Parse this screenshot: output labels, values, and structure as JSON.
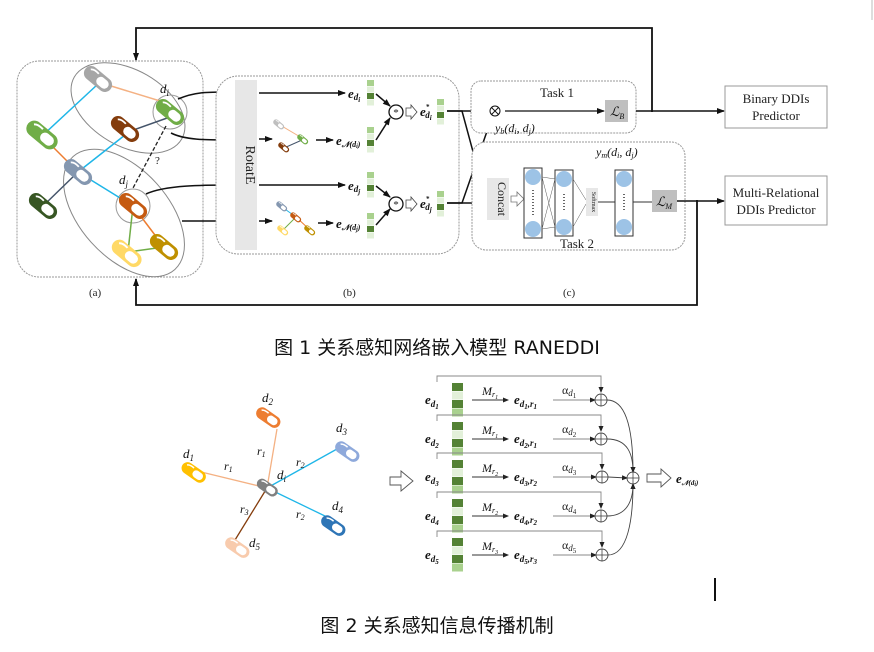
{
  "figure1": {
    "caption": "图 1  关系感知网络嵌入模型 RANEDDI",
    "panel_labels": {
      "a": "(a)",
      "b": "(b)",
      "c": "(c)"
    },
    "panel_a": {
      "drug_i": "d",
      "drug_i_sub": "i",
      "drug_j": "d",
      "drug_j_sub": "j",
      "unknown_link": "?"
    },
    "panel_b": {
      "encoder": "RotatE",
      "e_di": "e",
      "e_di_sub": "d",
      "e_di_subsub": "i",
      "e_ndi": "e",
      "e_ndi_sub": "𝒩(d",
      "e_ndi_subsub": "i",
      "e_ndi_close": ")",
      "e_dj": "e",
      "e_dj_sub": "d",
      "e_dj_subsub": "j",
      "e_ndj": "e",
      "e_ndj_sub": "𝒩(d",
      "e_ndj_subsub": "j",
      "e_ndj_close": ")",
      "star_di": "e",
      "star_di_sup": "*",
      "star_di_sub": "d",
      "star_di_subsub": "i",
      "star_dj": "e",
      "star_dj_sup": "*",
      "star_dj_sub": "d",
      "star_dj_subsub": "j",
      "combine_op": "*"
    },
    "panel_c": {
      "task1_title": "Task 1",
      "task1_output": "y",
      "task1_output_sub": "b",
      "task1_output_args": "(d",
      "task1_loss": "ℒ",
      "task1_loss_sub": "B",
      "task2_title": "Task 2",
      "task2_output": "y",
      "task2_output_sub": "m",
      "task2_output_args": "(d",
      "concat": "Concat",
      "softmax": "Softmax",
      "task2_loss": "ℒ",
      "task2_loss_sub": "M",
      "op_multiply": "⊗"
    },
    "outputs": {
      "binary_line1": "Binary DDIs",
      "binary_line2": "Predictor",
      "multi_line1": "Multi-Relational",
      "multi_line2": "DDIs Predictor"
    }
  },
  "figure2": {
    "caption": "图 2  关系感知信息传播机制",
    "center_node": {
      "name": "d",
      "sub": "i"
    },
    "neighbors": [
      {
        "name": "d",
        "sub": "1",
        "relation": "r",
        "rel_sub": "1",
        "color": "#F2B705"
      },
      {
        "name": "d",
        "sub": "2",
        "relation": "r",
        "rel_sub": "1",
        "color": "#ED7D31"
      },
      {
        "name": "d",
        "sub": "3",
        "relation": "r",
        "rel_sub": "2",
        "color": "#8EA9DB"
      },
      {
        "name": "d",
        "sub": "4",
        "relation": "r",
        "rel_sub": "2",
        "color": "#2E75B6"
      },
      {
        "name": "d",
        "sub": "5",
        "relation": "r",
        "rel_sub": "3",
        "color": "#F8CBAD"
      }
    ],
    "rows": [
      {
        "emb": "e",
        "emb_sub": "d",
        "emb_subsub": "1",
        "transform": "M",
        "t_sub": "r",
        "t_subsub": "1",
        "out_sub": "d",
        "out_subsub": "1",
        "out_rel": ",r",
        "out_relsub": "1",
        "alpha": "α",
        "alpha_sub": "d",
        "alpha_subsub": "1"
      },
      {
        "emb": "e",
        "emb_sub": "d",
        "emb_subsub": "2",
        "transform": "M",
        "t_sub": "r",
        "t_subsub": "1",
        "out_sub": "d",
        "out_subsub": "2",
        "out_rel": ",r",
        "out_relsub": "1",
        "alpha": "α",
        "alpha_sub": "d",
        "alpha_subsub": "2"
      },
      {
        "emb": "e",
        "emb_sub": "d",
        "emb_subsub": "3",
        "transform": "M",
        "t_sub": "r",
        "t_subsub": "2",
        "out_sub": "d",
        "out_subsub": "3",
        "out_rel": ",r",
        "out_relsub": "2",
        "alpha": "α",
        "alpha_sub": "d",
        "alpha_subsub": "3"
      },
      {
        "emb": "e",
        "emb_sub": "d",
        "emb_subsub": "4",
        "transform": "M",
        "t_sub": "r",
        "t_subsub": "2",
        "out_sub": "d",
        "out_subsub": "4",
        "out_rel": ",r",
        "out_relsub": "2",
        "alpha": "α",
        "alpha_sub": "d",
        "alpha_subsub": "4"
      },
      {
        "emb": "e",
        "emb_sub": "d",
        "emb_subsub": "5",
        "transform": "M",
        "t_sub": "r",
        "t_subsub": "3",
        "out_sub": "d",
        "out_subsub": "5",
        "out_rel": ",r",
        "out_relsub": "3",
        "alpha": "α",
        "alpha_sub": "d",
        "alpha_subsub": "5"
      }
    ],
    "output": {
      "emb": "e",
      "sub": "𝒩(d",
      "subsub": "i",
      "close": ")"
    }
  },
  "colors": {
    "green_dark": "#548235",
    "green_mid": "#A9D18E",
    "green_light": "#E2F0D9",
    "node_blue": "#9DC3E6",
    "gray_block": "#E7E7E7",
    "loss_gray": "#BFBFBF"
  }
}
